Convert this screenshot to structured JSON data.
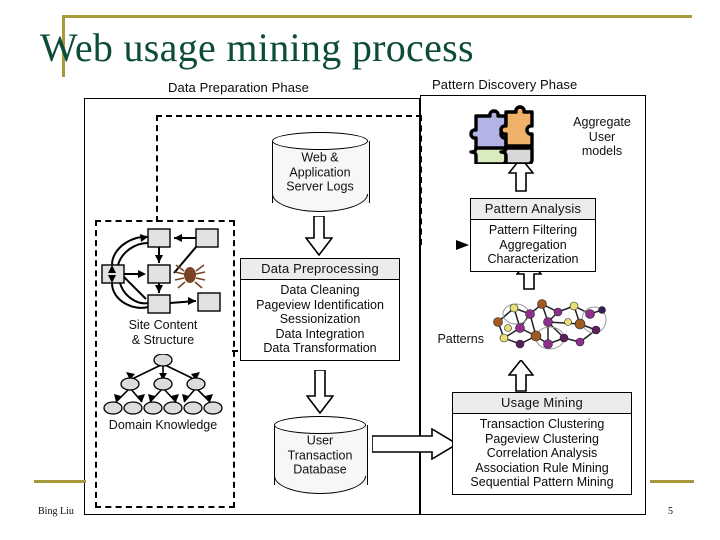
{
  "slide": {
    "title": "Web usage mining process",
    "title_color": "#0d4d38",
    "accent_color": "#a89a3c",
    "footer_author": "Bing Liu",
    "page_number": "5"
  },
  "diagram": {
    "phases": [
      {
        "id": "prep",
        "label": "Data Preparation Phase"
      },
      {
        "id": "discovery",
        "label": "Pattern Discovery Phase"
      }
    ],
    "data_sources": {
      "server_logs": "Web &\nApplication\nServer Logs",
      "user_transaction_db": "User\nTransaction\nDatabase"
    },
    "site_content": {
      "label": "Site Content\n& Structure",
      "domain_knowledge_label": "Domain Knowledge"
    },
    "preprocessing": {
      "header": "Data Preprocessing",
      "items": [
        "Data Cleaning",
        "Pageview Identification",
        "Sessionization",
        "Data Integration",
        "Data Transformation"
      ]
    },
    "usage_mining": {
      "header": "Usage Mining",
      "items": [
        "Transaction Clustering",
        "Pageview Clustering",
        "Correlation Analysis",
        "Association Rule Mining",
        "Sequential Pattern Mining"
      ]
    },
    "pattern_analysis": {
      "header": "Pattern Analysis",
      "items": [
        "Pattern Filtering",
        "Aggregation",
        "Characterization"
      ]
    },
    "patterns_label": "Patterns",
    "aggregate_models_label": "Aggregate\nUser\nmodels",
    "puzzle_colors": [
      "#b3b3e6",
      "#f0b26b",
      "#d9ecc0",
      "#d8d8d8"
    ],
    "network_colors": [
      "#8e2f8e",
      "#a05a20",
      "#e8e07a",
      "#5b1f5b"
    ]
  }
}
